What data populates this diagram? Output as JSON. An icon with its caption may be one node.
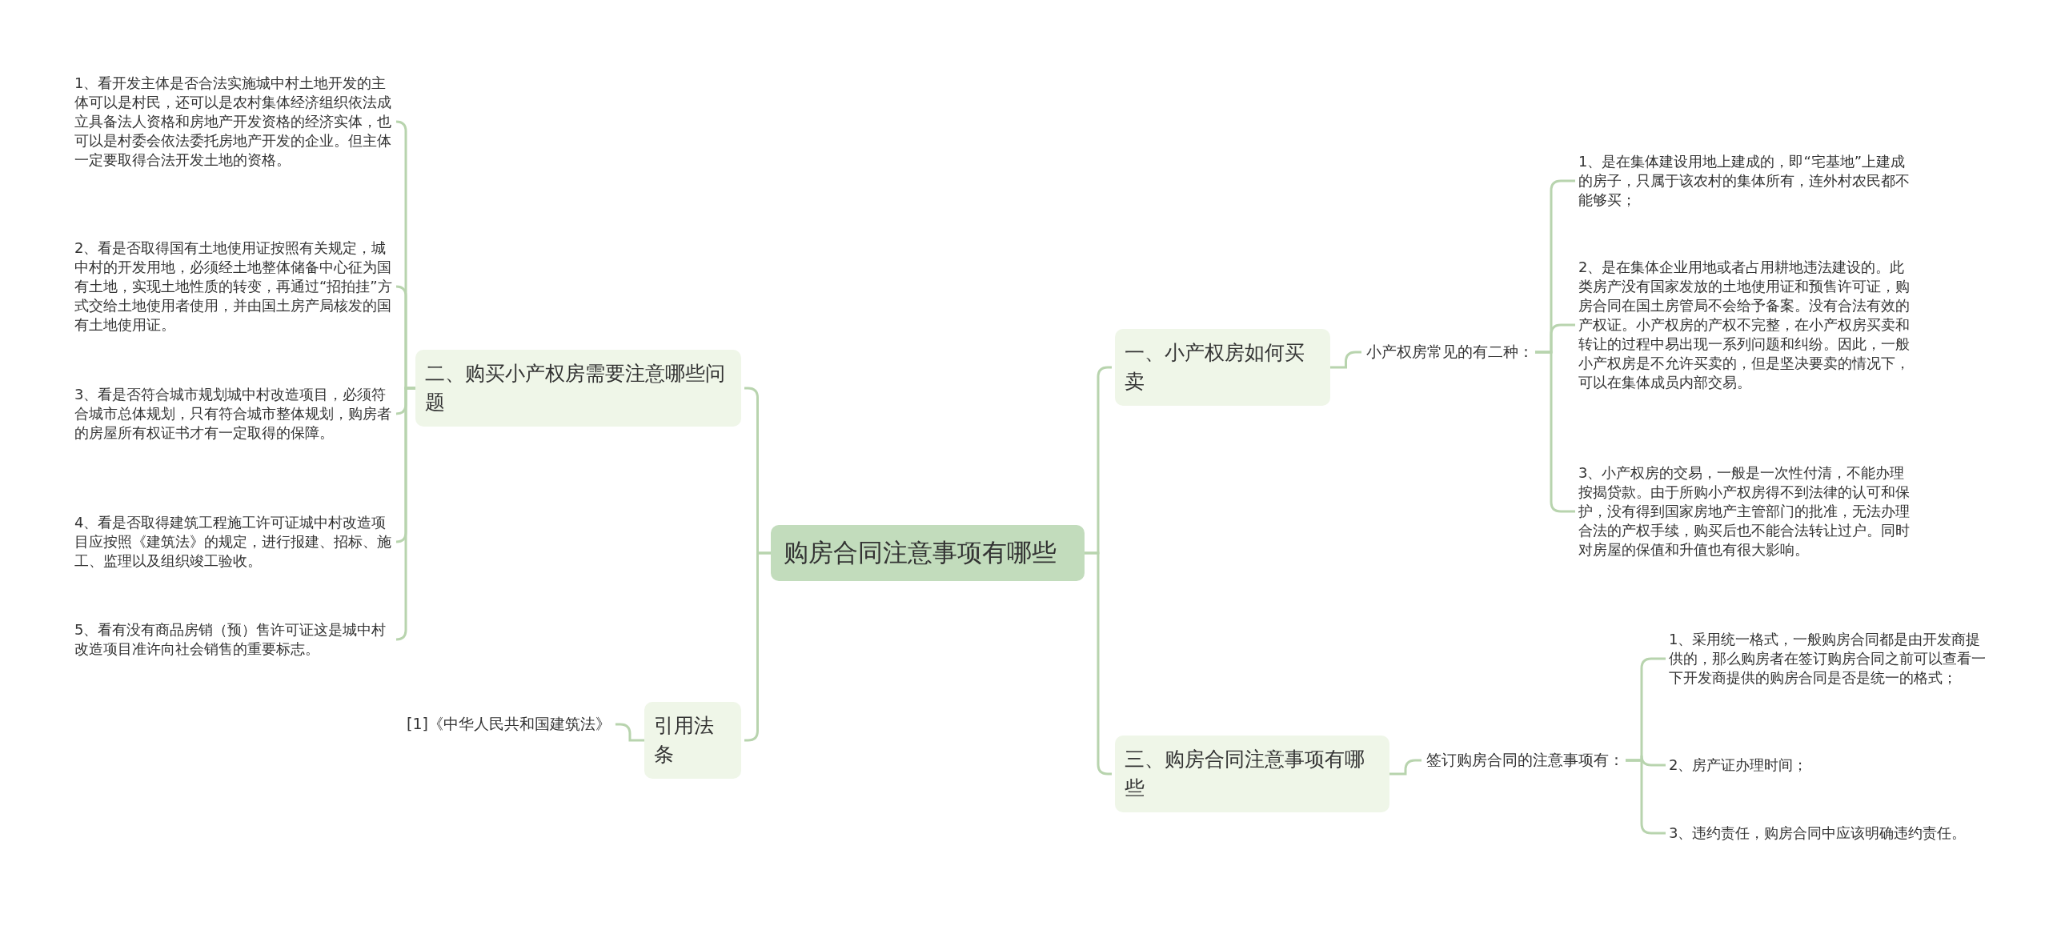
{
  "diagram": {
    "nodes": [
      {
        "text": [
          "购房合同注意事项有哪些"
        ]
      },
      {
        "text": [
          "二、购买小产权房需要注意哪些问题"
        ]
      },
      {
        "text": [
          "1、看开发主体是否合法实施城中村土地开发的主体可以是村民，还可以是农村集体经济组织依法成立具备法人资格和房地产开发资格的经济实体，也可以是村委会依法委托房地产开发的企业。但主体一定要取得合法开发土地的资格。"
        ]
      },
      {
        "text": [
          "2、看是否取得国有土地使用证按照有关规定，城中村的开发用地，必须经土地整体储备中心征为国有土地，实现土地性质的转变，再通过“招拍挂”方式交给土地使用者使用，并由国土房产局核发的国有土地使用证。"
        ]
      },
      {
        "text": [
          "3、看是否符合城市规划城中村改造项目，必须符合城市总体规划，只有符合城市整体规划，购房者的房屋所有权证书才有一定取得的保障。"
        ]
      },
      {
        "text": [
          "4、看是否取得建筑工程施工许可证城中村改造项目应按照《建筑法》的规定，进行报建、招标、施工、监理以及组织竣工验收。"
        ]
      },
      {
        "text": [
          "5、看有没有商品房销（预）售许可证这是城中村改造项目准许向社会销售的重要标志。"
        ]
      },
      {
        "text": [
          "引用法条"
        ]
      },
      {
        "text": [
          "[1]《中华人民共和国建筑法》"
        ]
      },
      {
        "text": [
          "一、小产权房如何买卖"
        ]
      },
      {
        "text": [
          "小产权房常见的有二种："
        ]
      },
      {
        "text": [
          "1、是在集体建设用地上建成的，即“宅基地”上建成的房子，只属于该农村的集体所有，连外村农民都不能够买；"
        ]
      },
      {
        "text": [
          "2、是在集体企业用地或者占用耕地违法建设的。此类房产没有国家发放的土地使用证和预售许可证，购房合同在国土房管局不会给予备案。没有合法有效的产权证。小产权房的产权不完整，在小产权房买卖和转让的过程中易出现一系列问题和纠纷。因此，一般小产权房是不允许买卖的，但是坚决要卖的情况下，可以在集体成员内部交易。"
        ]
      },
      {
        "text": [
          "3、小产权房的交易，一般是一次性付清，不能办理按揭贷款。由于所购小产权房得不到法律的认可和保护，没有得到国家房地产主管部门的批准，无法办理合法的产权手续，购买后也不能合法转让过户。同时对房屋的保值和升值也有很大影响。"
        ]
      },
      {
        "text": [
          "三、购房合同注意事项有哪些"
        ]
      },
      {
        "text": [
          "签订购房合同的注意事项有："
        ]
      },
      {
        "text": [
          "1、采用统一格式，一般购房合同都是由开发商提供的，那么购房者在签订购房合同之前可以查看一下开发商提供的购房合同是否是统一的格式；"
        ]
      },
      {
        "text": [
          "2、房产证办理时间；"
        ]
      },
      {
        "text": [
          "3、违约责任，购房合同中应该明确违约责任。"
        ]
      }
    ],
    "edges": [
      {
        "from": 0,
        "to": 1,
        "arrow": "none"
      },
      {
        "from": 1,
        "to": 2,
        "arrow": "none"
      },
      {
        "from": 1,
        "to": 3,
        "arrow": "none"
      },
      {
        "from": 1,
        "to": 4,
        "arrow": "none"
      },
      {
        "from": 1,
        "to": 5,
        "arrow": "none"
      },
      {
        "from": 1,
        "to": 6,
        "arrow": "none"
      },
      {
        "from": 0,
        "to": 7,
        "arrow": "none"
      },
      {
        "from": 7,
        "to": 8,
        "arrow": "none"
      },
      {
        "from": 0,
        "to": 9,
        "arrow": "none"
      },
      {
        "from": 9,
        "to": 10,
        "arrow": "none"
      },
      {
        "from": 10,
        "to": 11,
        "arrow": "none"
      },
      {
        "from": 10,
        "to": 12,
        "arrow": "none"
      },
      {
        "from": 10,
        "to": 13,
        "arrow": "none"
      },
      {
        "from": 0,
        "to": 14,
        "arrow": "none"
      },
      {
        "from": 14,
        "to": 15,
        "arrow": "none"
      },
      {
        "from": 15,
        "to": 16,
        "arrow": "none"
      },
      {
        "from": 15,
        "to": 17,
        "arrow": "none"
      },
      {
        "from": 15,
        "to": 18,
        "arrow": "none"
      }
    ]
  }
}
